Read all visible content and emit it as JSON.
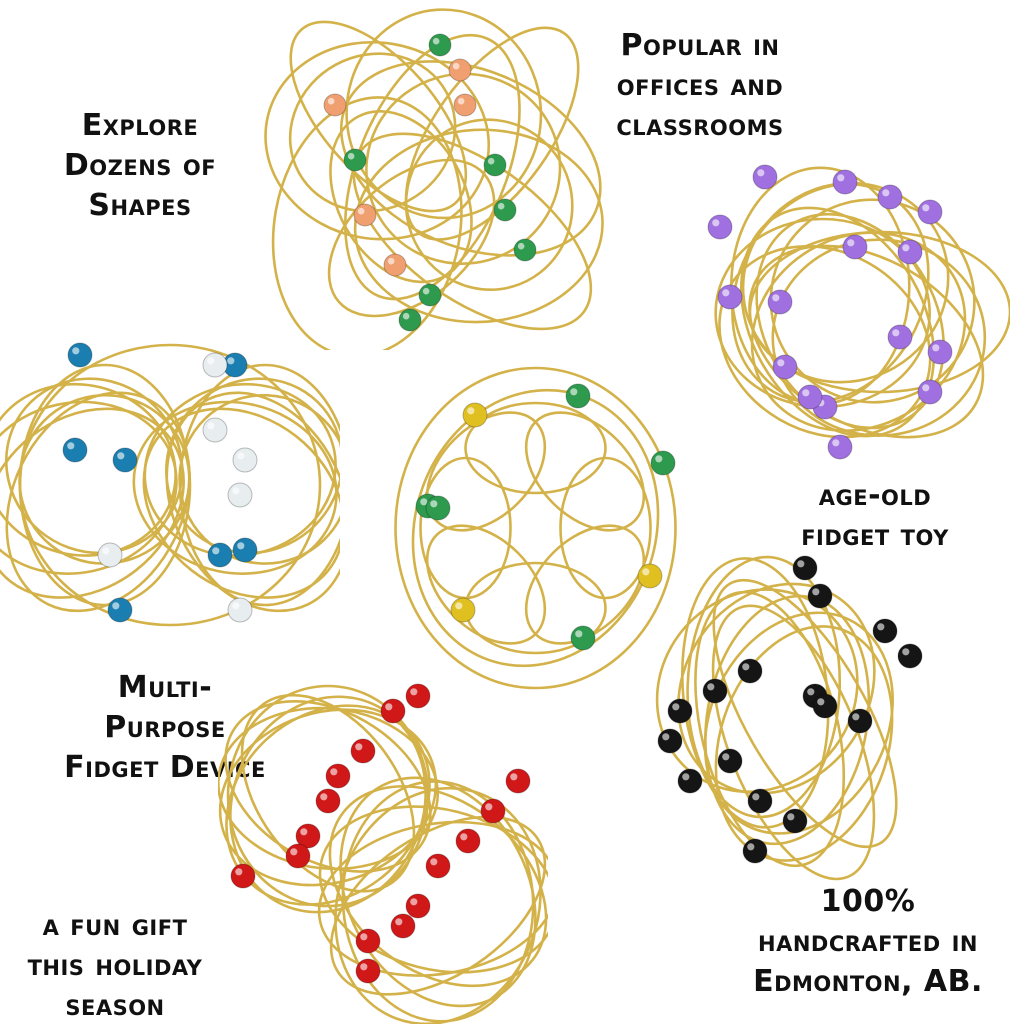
{
  "captions": {
    "explore": [
      "Explore",
      "Dozens of",
      "Shapes"
    ],
    "popular": [
      "Popular in",
      "offices and",
      "classrooms"
    ],
    "age_old": [
      "age-old",
      "fidget toy"
    ],
    "multi": [
      "Multi-",
      "Purpose",
      "Fidget Device"
    ],
    "gift": [
      "a fun gift",
      "this holiday",
      "season"
    ],
    "handcrafted": [
      "100%",
      "handcrafted in",
      "Edmonton, AB."
    ]
  },
  "colors": {
    "wire": "#d4b24a",
    "wire_dark": "#b8922c",
    "bead_peach": "#f0a070",
    "bead_green": "#2e9a4e",
    "bead_purple": "#a070e0",
    "bead_blue": "#1a7fb0",
    "bead_clear": "#e8eef0",
    "bead_yellow": "#e0c020",
    "bead_black": "#151515",
    "bead_red": "#d01818"
  }
}
